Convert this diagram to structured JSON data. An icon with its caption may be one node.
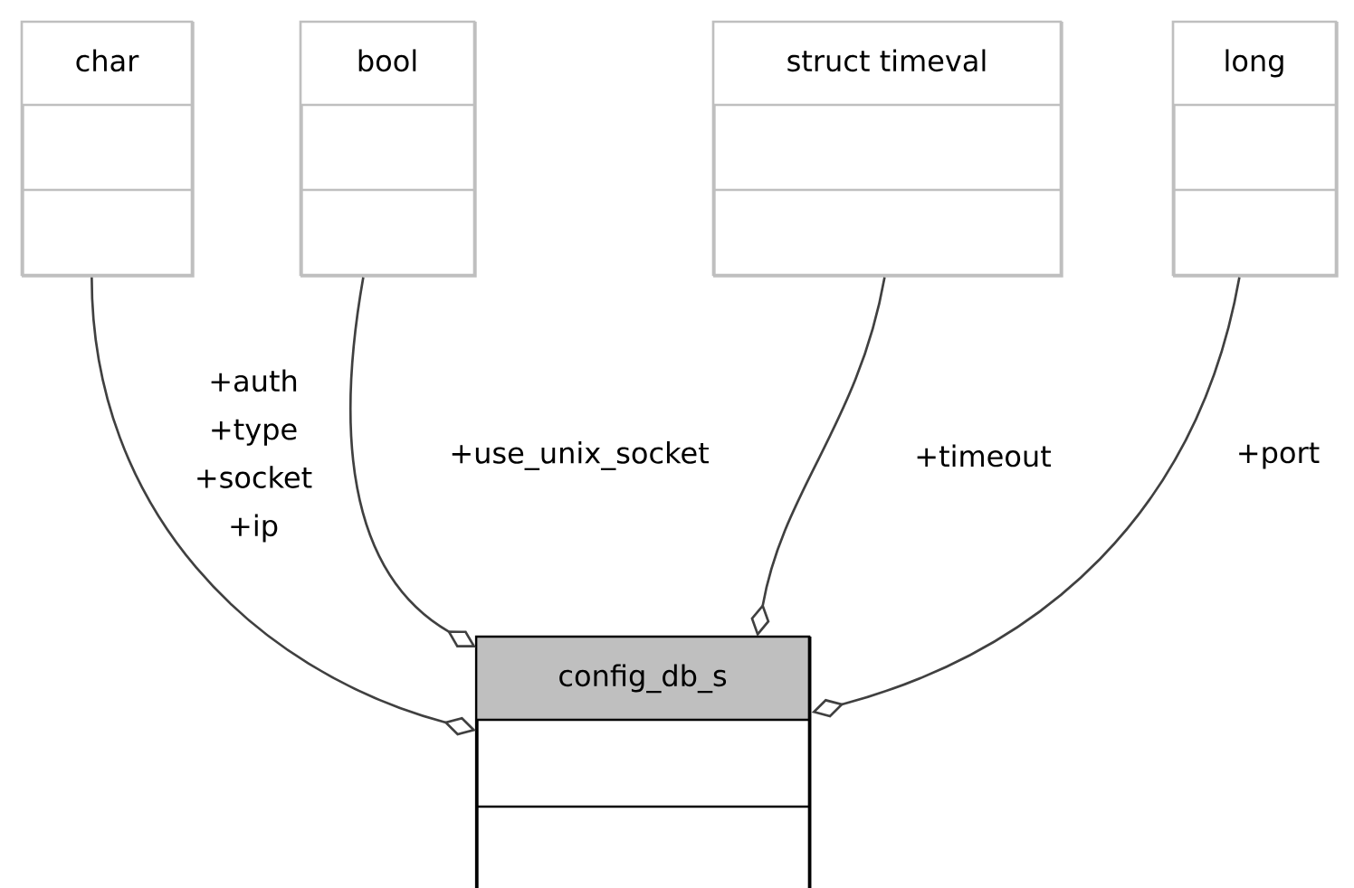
{
  "diagram": {
    "nodes": [
      {
        "text": [
          "char"
        ]
      },
      {
        "text": [
          "bool"
        ]
      },
      {
        "text": [
          "struct timeval"
        ]
      },
      {
        "text": [
          "long"
        ]
      },
      {
        "text": [
          "config_db_s"
        ]
      }
    ],
    "edges": [
      {
        "from": 0,
        "to": 4,
        "arrow": "other",
        "label": "+auth +type +socket +ip"
      },
      {
        "from": 1,
        "to": 4,
        "arrow": "other",
        "label": "+use_unix_socket"
      },
      {
        "from": 2,
        "to": 4,
        "arrow": "other",
        "label": "+timeout"
      },
      {
        "from": 3,
        "to": 4,
        "arrow": "other",
        "label": "+port"
      }
    ]
  }
}
